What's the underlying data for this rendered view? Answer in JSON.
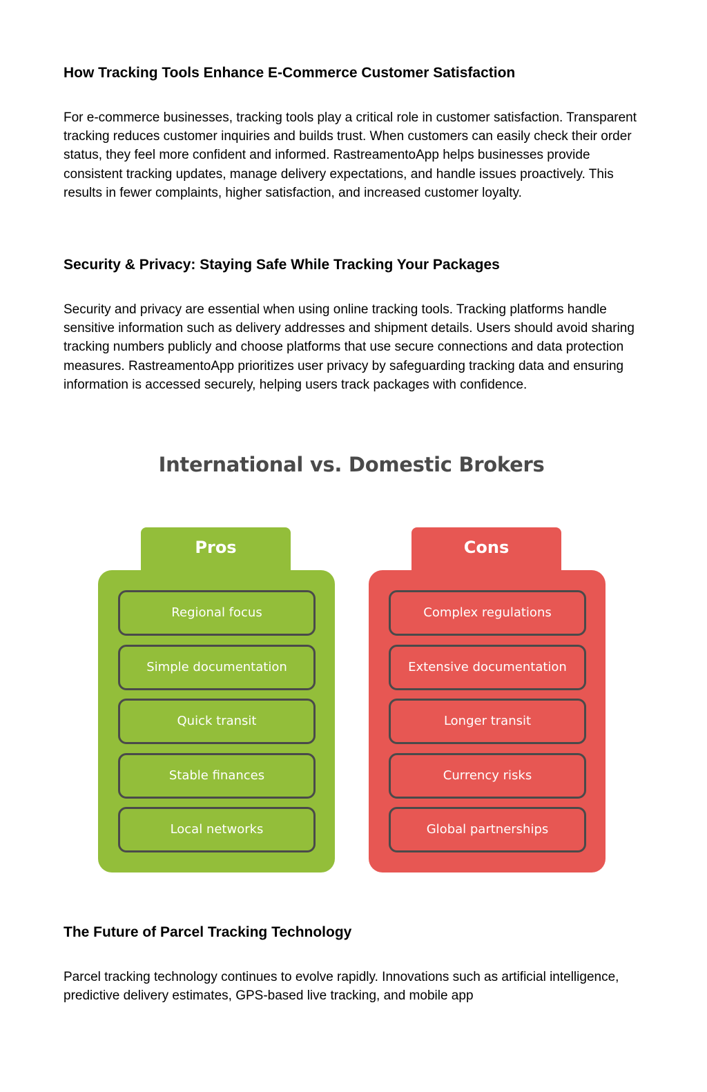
{
  "sections": [
    {
      "heading": "How Tracking Tools Enhance E-Commerce Customer Satisfaction",
      "paragraph": "For e-commerce businesses, tracking tools play a critical role in customer satisfaction. Transparent tracking reduces customer inquiries and builds trust. When customers can easily check their order status, they feel more confident and informed. RastreamentoApp helps businesses provide consistent tracking updates, manage delivery expectations, and handle issues proactively. This results in fewer complaints, higher satisfaction, and increased customer loyalty."
    },
    {
      "heading": "Security & Privacy: Staying Safe While Tracking Your Packages",
      "paragraph": "Security and privacy are essential when using online tracking tools. Tracking platforms handle sensitive information such as delivery addresses and shipment details. Users should avoid sharing tracking numbers publicly and choose platforms that use secure connections and data protection measures. RastreamentoApp prioritizes user privacy by safeguarding tracking data and ensuring information is accessed securely, helping users track packages with confidence."
    },
    {
      "heading": "The Future of Parcel Tracking Technology",
      "paragraph": "Parcel tracking technology continues to evolve rapidly. Innovations such as artificial intelligence, predictive delivery estimates, GPS-based live tracking, and mobile app"
    }
  ],
  "infographic": {
    "title": "International vs. Domestic Brokers",
    "pros": {
      "label": "Pros",
      "color": "#93be3a",
      "items": [
        "Regional focus",
        "Simple documentation",
        "Quick transit",
        "Stable finances",
        "Local networks"
      ]
    },
    "cons": {
      "label": "Cons",
      "color": "#e75753",
      "items": [
        "Complex regulations",
        "Extensive documentation",
        "Longer transit",
        "Currency risks",
        "Global partnerships"
      ]
    }
  }
}
